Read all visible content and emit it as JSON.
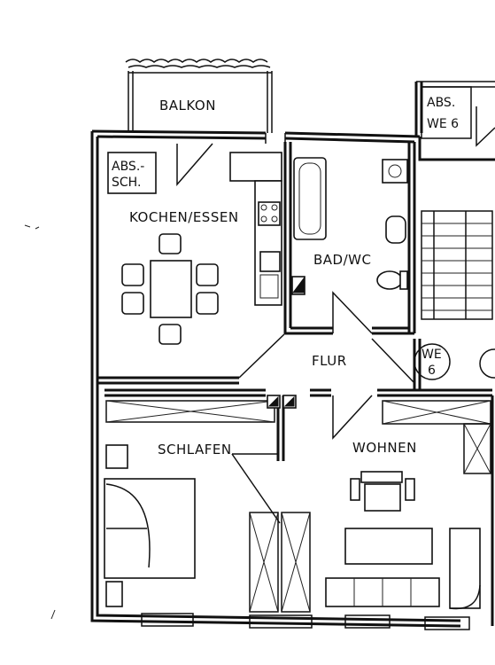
{
  "plan": {
    "rooms": {
      "balkon": "BALKON",
      "kochen_essen": "KOCHEN/ESSEN",
      "bad_wc": "BAD/WC",
      "flur": "FLUR",
      "schlafen": "SCHLAFEN",
      "wohnen": "WOHNEN"
    },
    "labels": {
      "abs_sch_line1": "ABS.-",
      "abs_sch_line2": "SCH.",
      "abs_we6_line1": "ABS.",
      "abs_we6_line2": "WE 6",
      "we_badge_line1": "WE",
      "we_badge_line2": "6"
    }
  }
}
